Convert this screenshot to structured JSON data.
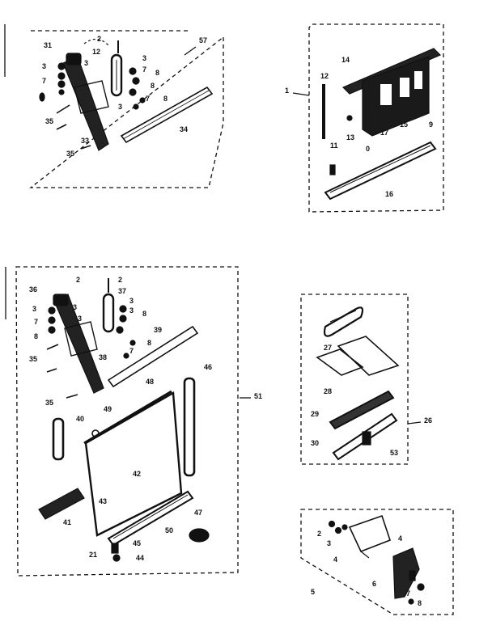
{
  "diagram": {
    "assembly_57": {
      "ref": "57",
      "parts": [
        "31",
        "2",
        "12",
        "3",
        "3",
        "7",
        "8",
        "7",
        "8",
        "3",
        "3",
        "7",
        "8",
        "35",
        "33",
        "35",
        "34"
      ]
    },
    "assembly_1": {
      "ref": "1",
      "parts": [
        "14",
        "12",
        "13",
        "17",
        "15",
        "9",
        "0",
        "11",
        "16"
      ]
    },
    "assembly_51": {
      "ref": "51",
      "parts": [
        "36",
        "2",
        "2",
        "37",
        "3",
        "3",
        "3",
        "3",
        "3",
        "7",
        "8",
        "8",
        "8",
        "35",
        "38",
        "7",
        "39",
        "46",
        "35",
        "48",
        "49",
        "40",
        "42",
        "41",
        "43",
        "50",
        "47",
        "45",
        "21",
        "44"
      ]
    },
    "assembly_26": {
      "ref": "26",
      "parts": [
        "27",
        "28",
        "29",
        "30",
        "53"
      ]
    },
    "assembly_5": {
      "ref": "5",
      "parts": [
        "2",
        "3",
        "4",
        "4",
        "6",
        "7",
        "8"
      ]
    }
  },
  "colors": {
    "ink": "#111111",
    "paper": "#ffffff"
  }
}
